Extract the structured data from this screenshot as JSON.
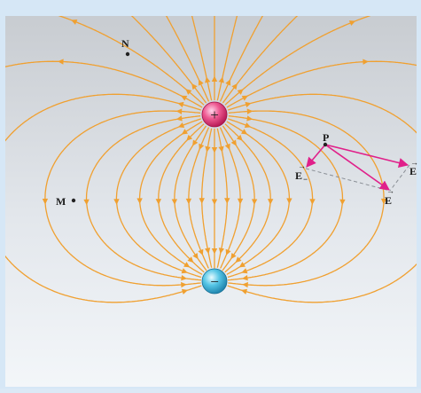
{
  "colors": {
    "frame": "#d8e8f6",
    "panel_top": "#c9cdd2",
    "panel_bottom": "#f1f4f7",
    "field_line": "#f0a030",
    "vector": "#e0208a",
    "dashed": "#8a8f96",
    "positive_charge": "#e8407e",
    "negative_charge": "#3ab8d8",
    "point_dot": "#222222"
  },
  "charges": {
    "positive": {
      "symbol": "+"
    },
    "negative": {
      "symbol": "−"
    }
  },
  "points": {
    "N": {
      "label": "N"
    },
    "M": {
      "label": "M"
    },
    "P": {
      "label": "P"
    }
  },
  "vectors": {
    "e_minus": {
      "label": "E",
      "subscript": "−"
    },
    "e_plus": {
      "label": "E",
      "subscript": "+"
    },
    "e_total": {
      "label": "E"
    },
    "arrow_mark": "→"
  }
}
